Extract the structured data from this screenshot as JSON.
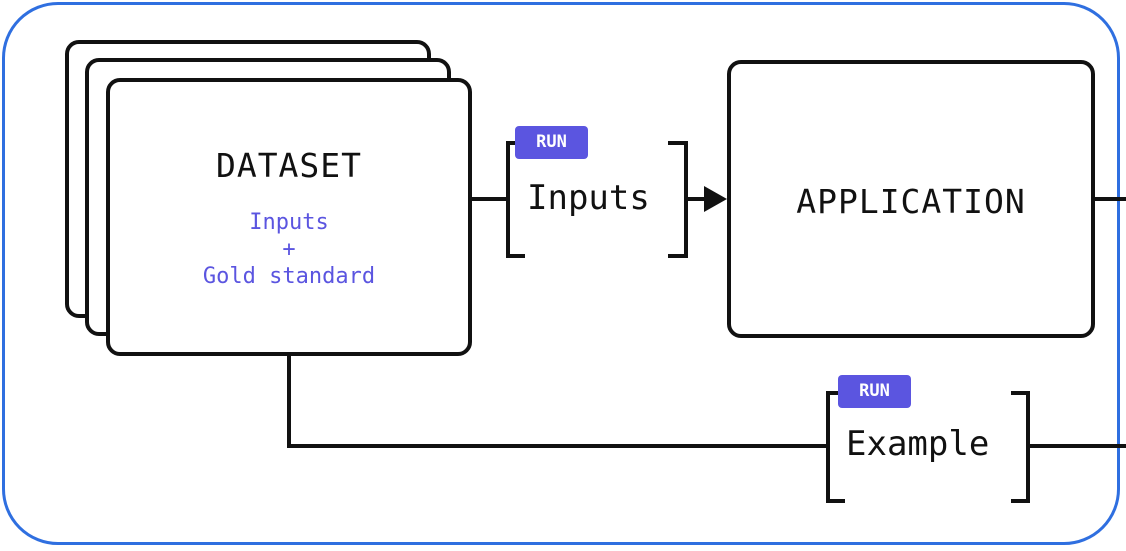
{
  "dataset": {
    "title": "DATASET",
    "subtitle_line1": "Inputs",
    "subtitle_line2": "+",
    "subtitle_line3": "Gold standard"
  },
  "application": {
    "title": "APPLICATION"
  },
  "connectors": {
    "top": {
      "badge": "RUN",
      "label": "Inputs"
    },
    "bottom": {
      "badge": "RUN",
      "label": "Example"
    }
  },
  "colors": {
    "frame": "#2f6fe0",
    "accent": "#5b55e0",
    "stroke": "#111111"
  }
}
